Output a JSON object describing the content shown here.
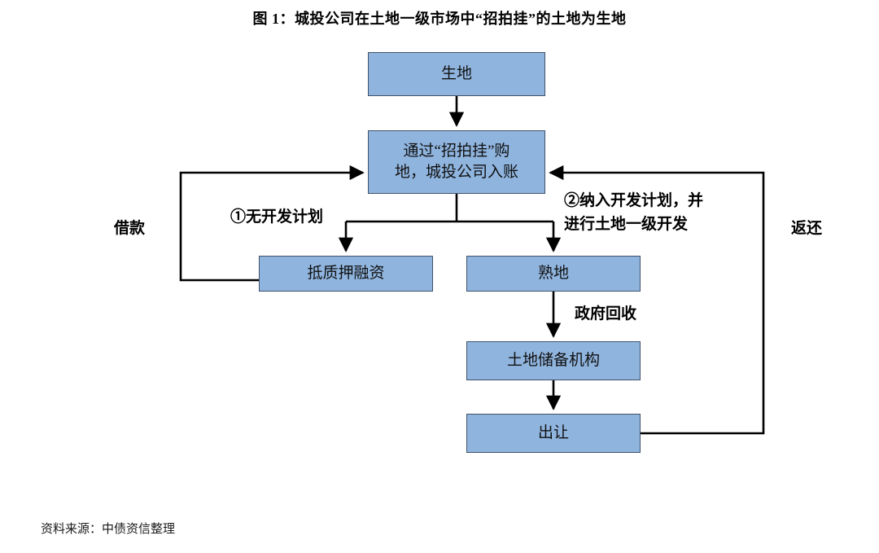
{
  "figure": {
    "title": "图 1：城投公司在土地一级市场中“招拍挂”的土地为生地",
    "source_note": "资料来源：中债资信整理",
    "accent_fill": "#8FB4DE",
    "border_color": "#41526B",
    "line_color": "#000000"
  },
  "nodes": {
    "shengdi": "生地",
    "purchase_line1": "通过“招拍挂”购",
    "purchase_line2": "地，城投公司入账",
    "mortgage": "抵质押融资",
    "shoudi": "熟地",
    "reserve": "土地储备机构",
    "transfer": "出让"
  },
  "edge_labels": {
    "no_plan": "①无开发计划",
    "include_plan_line1": "②纳入开发计划，并",
    "include_plan_line2": "进行土地一级开发",
    "borrow": "借款",
    "return": "返还",
    "gov_recover": "政府回收"
  }
}
